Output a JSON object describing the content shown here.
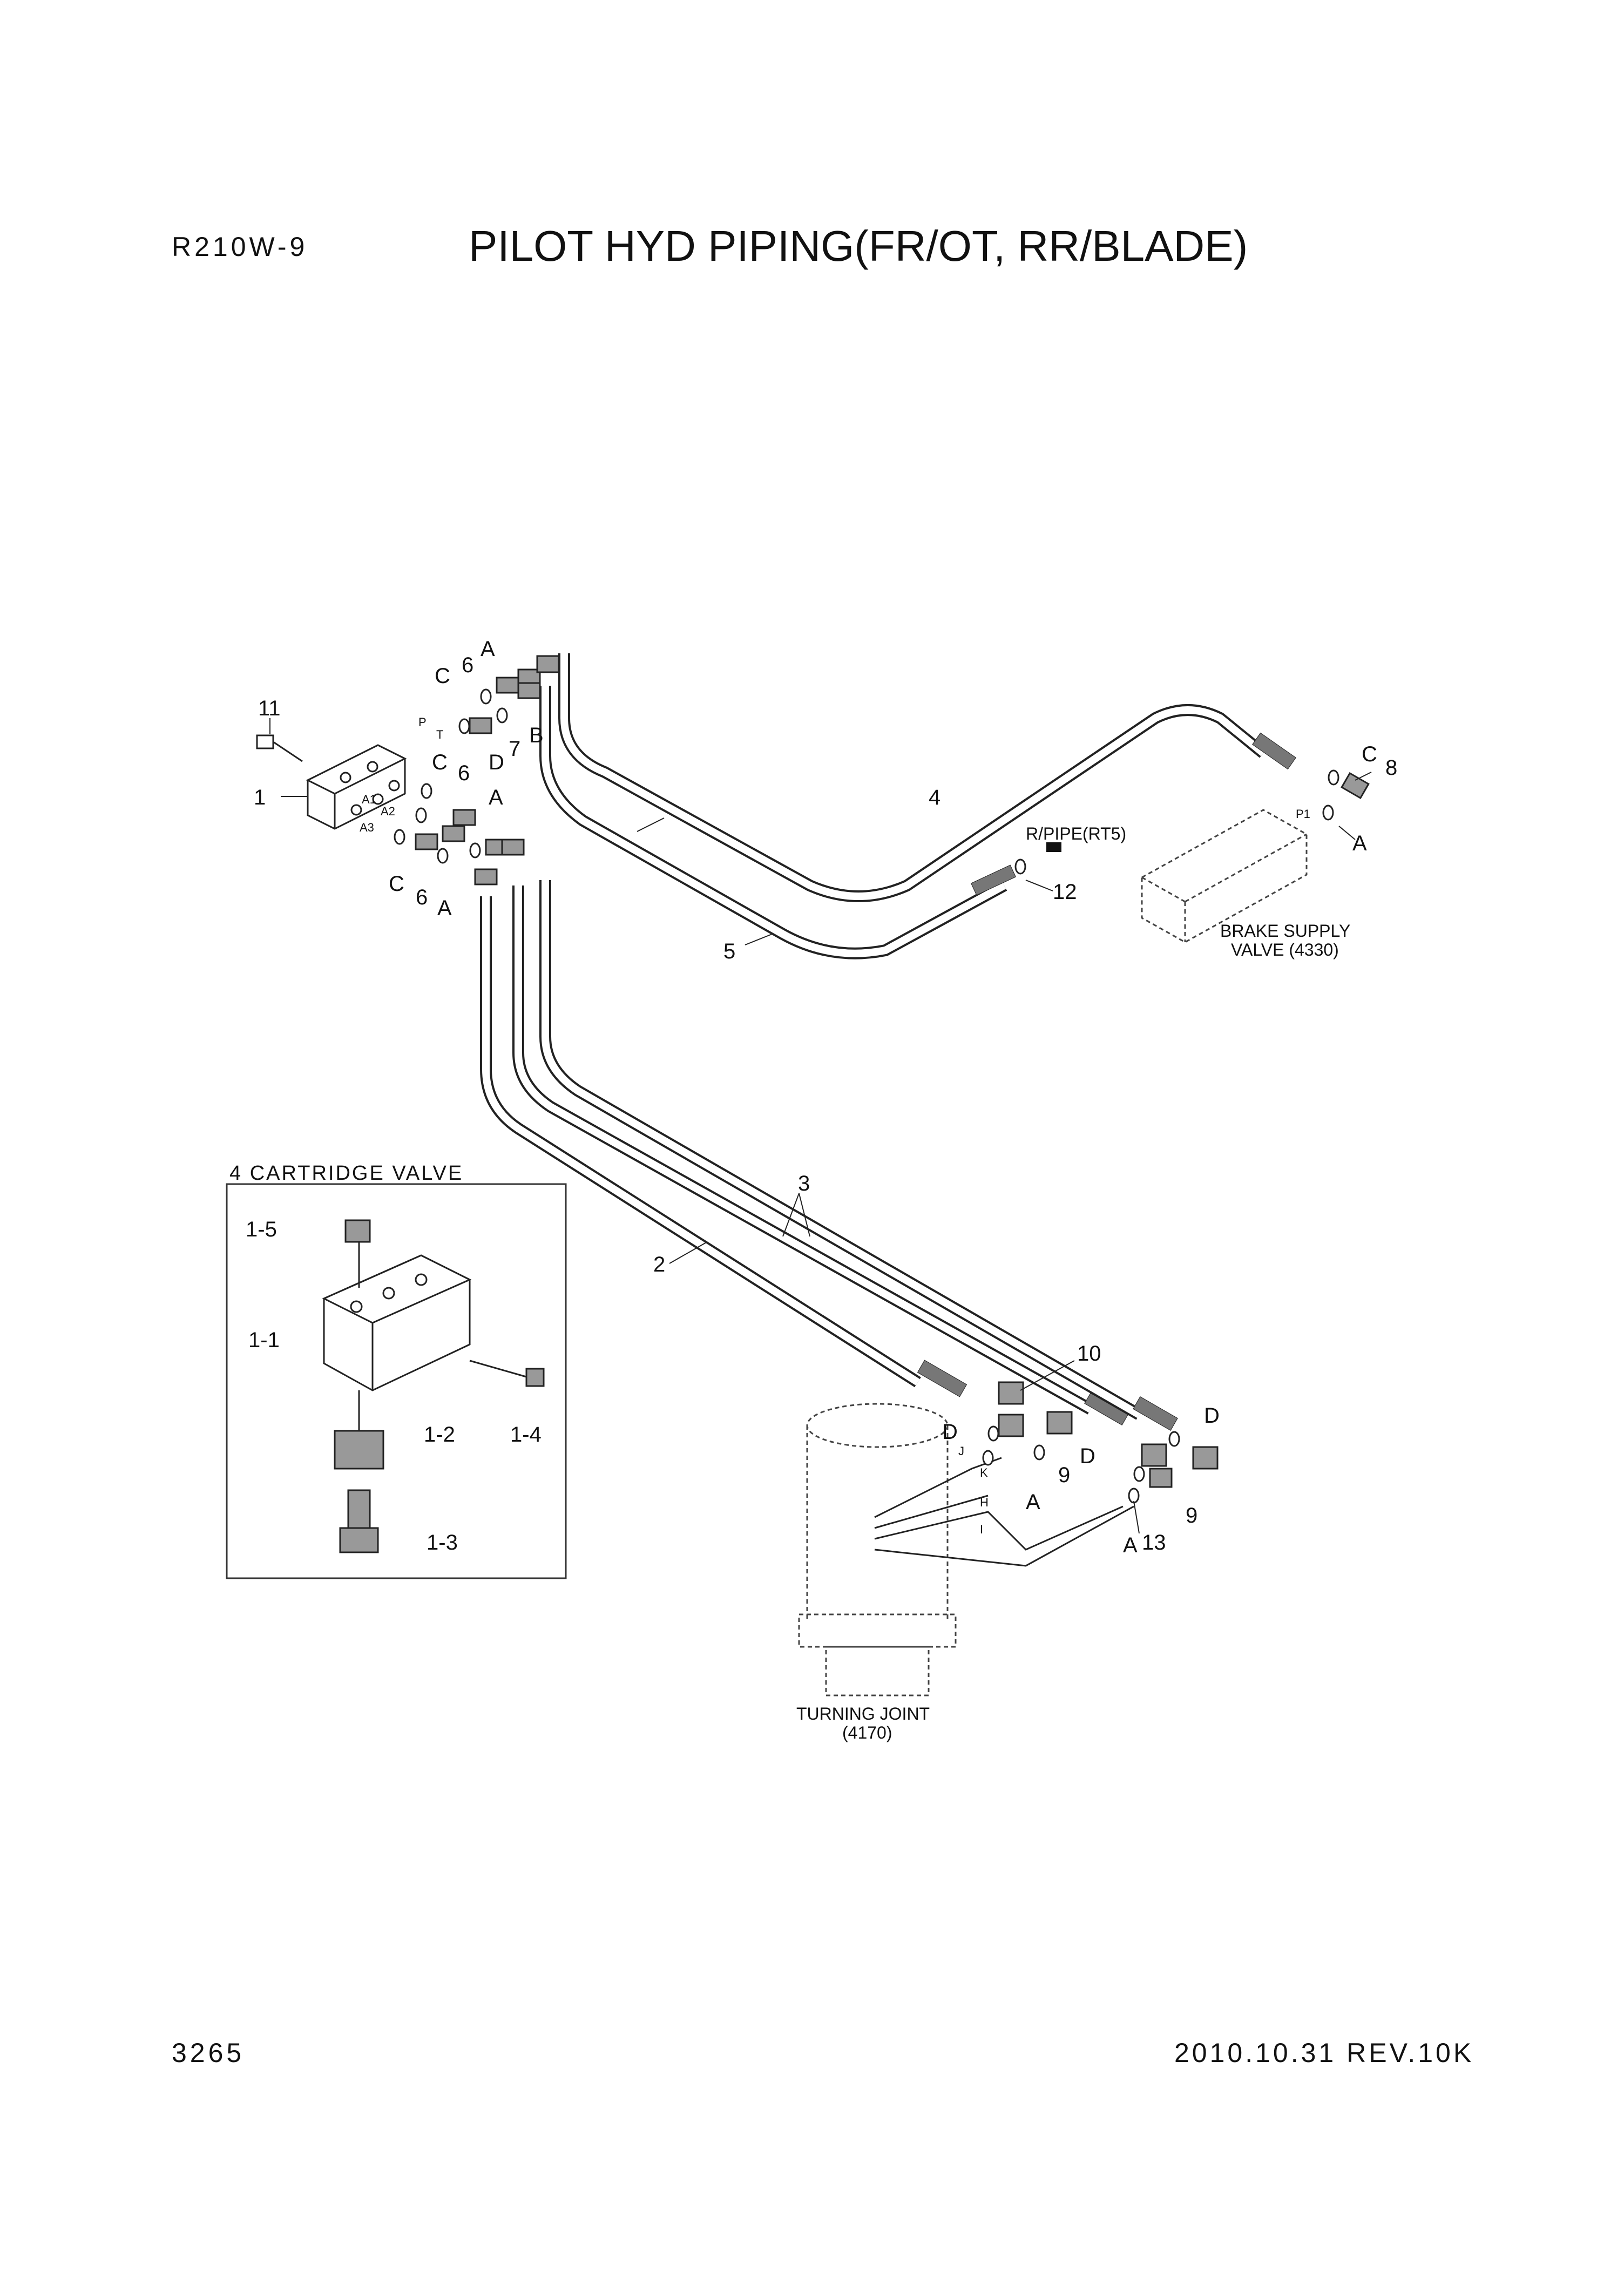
{
  "header": {
    "model": "R210W-9",
    "title": "PILOT HYD PIPING(FR/OT, RR/BLADE)"
  },
  "footer": {
    "page_number": "3265",
    "revision": "2010.10.31   REV.10K"
  },
  "inset": {
    "title": "4 CARTRIDGE VALVE",
    "callouts": [
      "1-5",
      "1-1",
      "1-2",
      "1-3",
      "1-4"
    ]
  },
  "components": {
    "brake_supply": "BRAKE SUPPLY",
    "brake_supply_valve": "VALVE (4330)",
    "turning_joint": "TURNING JOINT",
    "turning_joint_no": "(4170)",
    "return_pipe": "R/PIPE(RT5)"
  },
  "callouts": {
    "c1": "1",
    "c2": "2",
    "c3": "3",
    "c4": "4",
    "c5": "5",
    "c6a": "6",
    "c6b": "6",
    "c6c": "6",
    "c7": "7",
    "c8": "8",
    "c9a": "9",
    "c9b": "9",
    "c10": "10",
    "c11": "11",
    "c12": "12",
    "c13": "13"
  },
  "port_letters": {
    "a1": "A",
    "a2": "A",
    "a3": "A",
    "a4": "A",
    "a5": "A",
    "a6": "A",
    "b1": "B",
    "cc1": "C",
    "cc2": "C",
    "cc3": "C",
    "cc4": "C",
    "d1": "D",
    "d2": "D",
    "d3": "D",
    "d4": "D"
  },
  "small_ports": {
    "p": "P",
    "t": "T",
    "a1": "A1",
    "a2": "A2",
    "a3": "A3",
    "p1": "P1",
    "j": "J",
    "k": "K",
    "h": "H",
    "i": "I"
  }
}
